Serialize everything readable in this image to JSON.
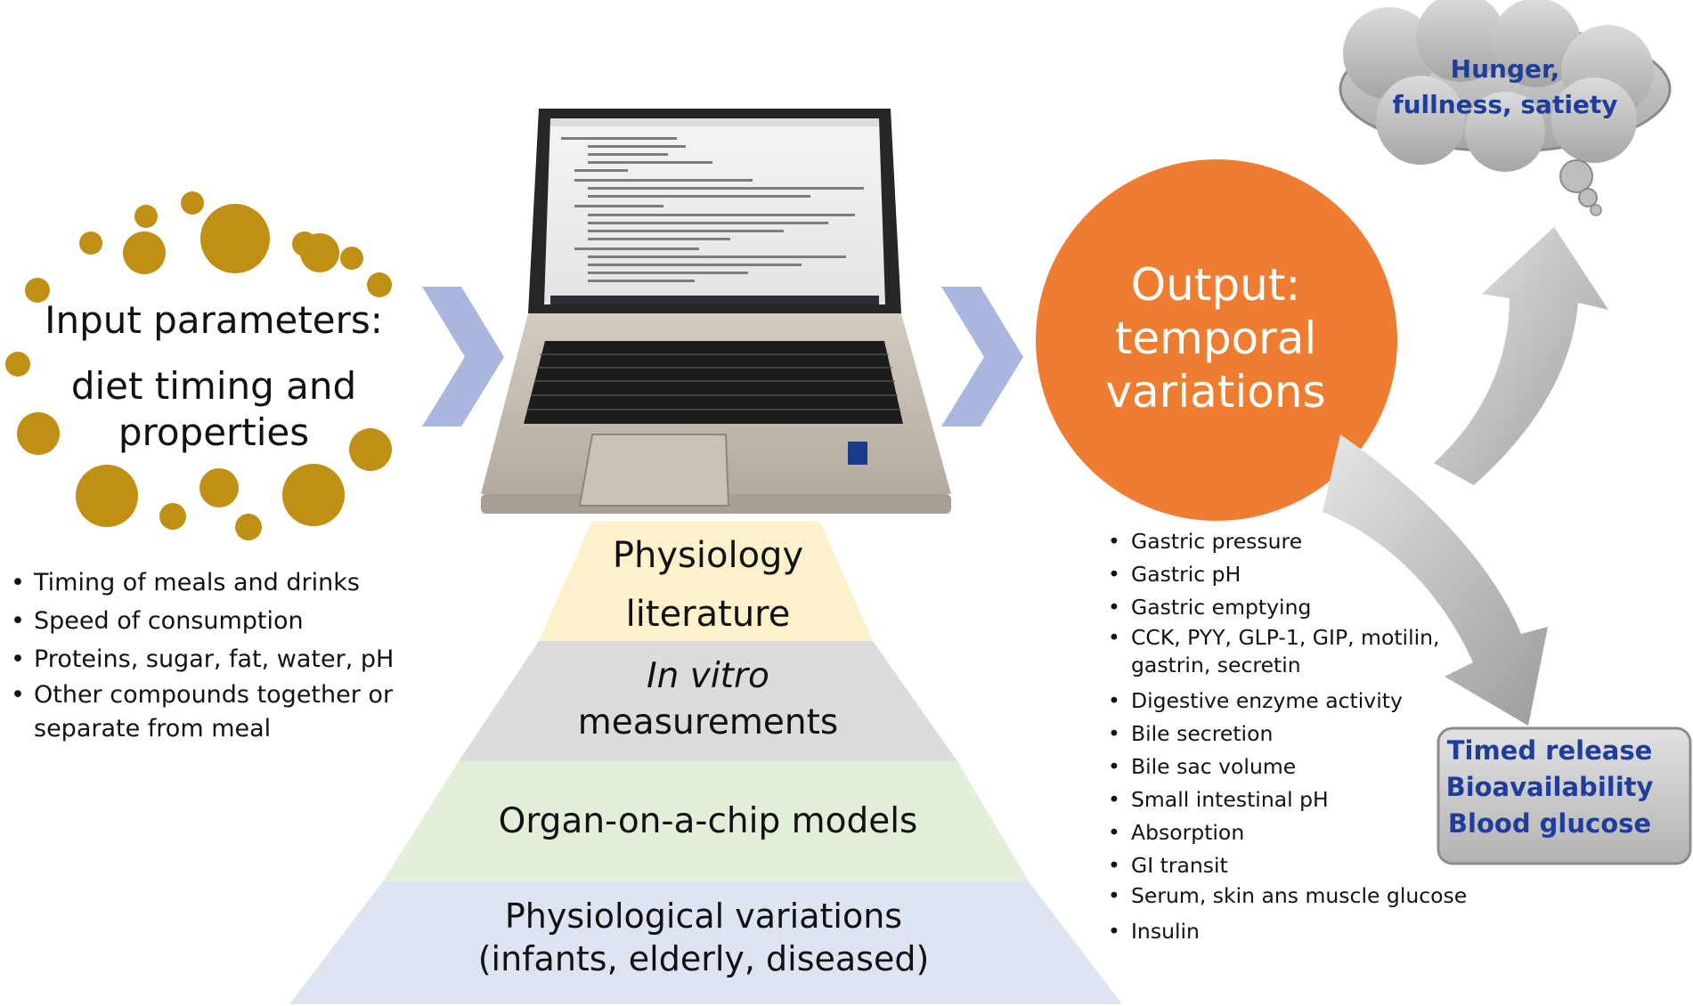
{
  "input": {
    "title_line1": "Input parameters:",
    "title_line2": "diet timing and",
    "title_line3": "properties",
    "items": [
      "Timing of meals and drinks",
      "Speed of consumption",
      "Proteins, sugar, fat, water, pH",
      "Other compounds together or separate from meal"
    ]
  },
  "pyramid": {
    "level1_line1": "Physiology",
    "level1_line2": "literature",
    "level2_line1": "In vitro",
    "level2_line2": "measurements",
    "level3": "Organ-on-a-chip models",
    "level4_line1": "Physiological variations",
    "level4_line2": "(infants, elderly, diseased)"
  },
  "output": {
    "line1": "Output:",
    "line2": "temporal",
    "line3": "variations",
    "items": [
      "Gastric pressure",
      "Gastric pH",
      "Gastric emptying",
      "CCK, PYY, GLP-1, GIP, motilin, gastrin, secretin",
      "Digestive enzyme activity",
      "Bile secretion",
      "Bile sac volume",
      "Small intestinal pH",
      "Absorption",
      "GI transit",
      "Serum, skin ans muscle glucose",
      "Insulin"
    ]
  },
  "cloud": {
    "line1": "Hunger,",
    "line2": "fullness, satiety"
  },
  "box": {
    "line1": "Timed release",
    "line2": "Bioavailability",
    "line3": "Blood glucose"
  },
  "colors": {
    "dot": "#bf9014",
    "chevron": "#a9b6dd",
    "output_circle": "#ee7d31",
    "box_text": "#1f3d9a",
    "pyramid_level1": "#fdf1cc",
    "pyramid_level2": "#dcdcdc",
    "pyramid_level3": "#e2efd9",
    "pyramid_level4": "#dde5f3"
  }
}
